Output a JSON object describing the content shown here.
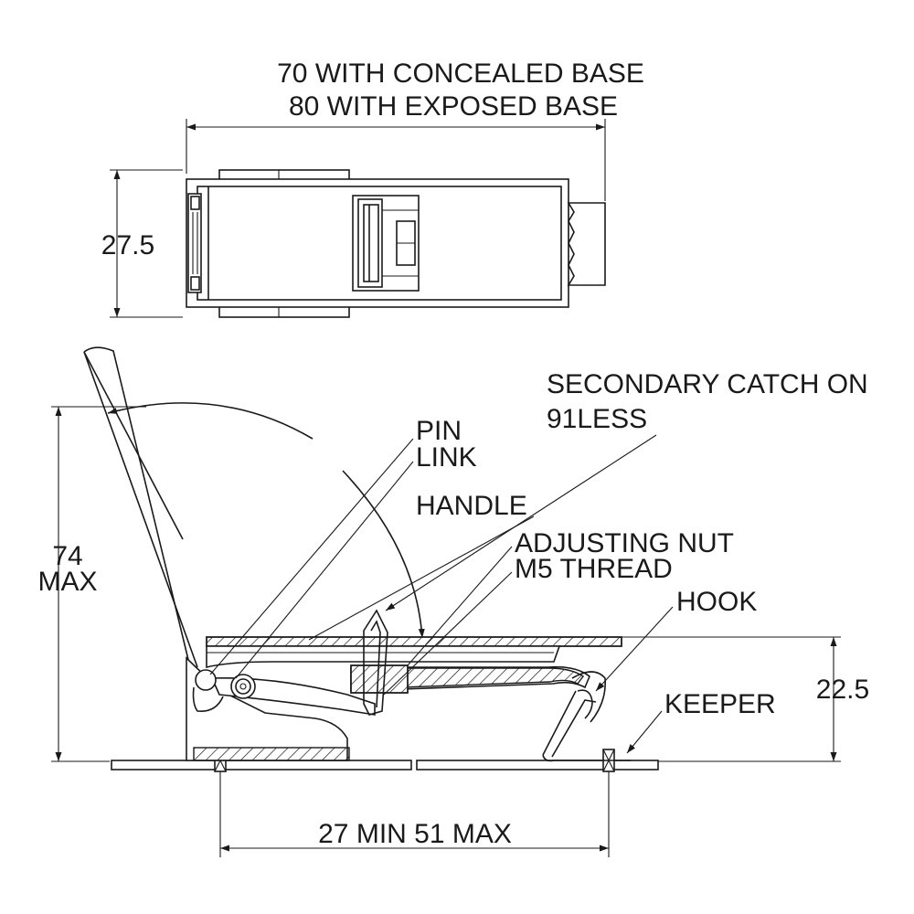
{
  "dimensions": {
    "overall_length_concealed": "70 WITH CONCEALED BASE",
    "overall_length_exposed": "80 WITH EXPOSED BASE",
    "width": "27.5",
    "height_value": "74",
    "height_qualifier": "MAX",
    "latch_height": "22.5",
    "span": "27 MIN  51 MAX"
  },
  "callouts": {
    "secondary_catch_line1": "SECONDARY CATCH ON",
    "secondary_catch_line2": "91LESS",
    "pin": "PIN",
    "link": "LINK",
    "handle": "HANDLE",
    "adjusting_nut": "ADJUSTING NUT",
    "thread": "M5 THREAD",
    "hook": "HOOK",
    "keeper": "KEEPER"
  },
  "colors": {
    "ink": "#1a1a1a",
    "paper": "#ffffff"
  }
}
